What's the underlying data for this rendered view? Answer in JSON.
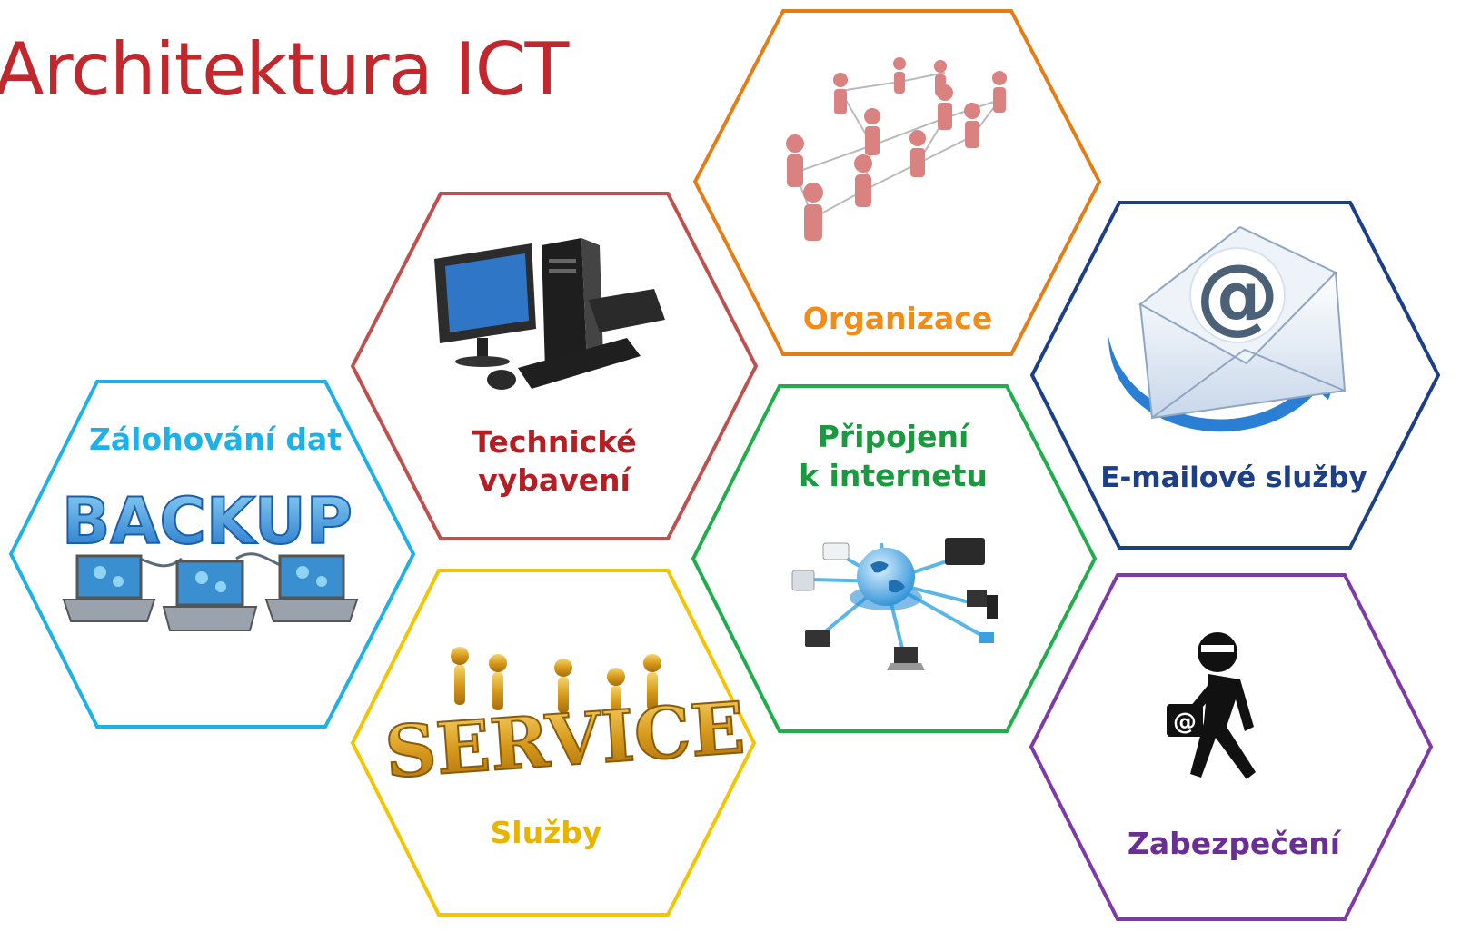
{
  "title": "Architektura ICT",
  "colors": {
    "title": "#c0282d",
    "zalohovani": "#1eb0e8",
    "technicke": "#c0504d",
    "technicke_text": "#b21f24",
    "organizace": "#e57c14",
    "organizace_text": "#f28c16",
    "pripojeni": "#1fae4b",
    "pripojeni_text": "#1a9a3f",
    "email": "#1c3f8a",
    "sluzby": "#f2c500",
    "sluzby_text": "#e9b400",
    "zabezpeceni": "#7d3aa8",
    "zabezpeceni_text": "#6a2e96"
  },
  "hexagons": {
    "zalohovani": {
      "label": "Zálohování dat",
      "image_word": "BACKUP",
      "icon": "backup-laptops-icon"
    },
    "technicke": {
      "label_line1": "Technické",
      "label_line2": "vybavení",
      "icon": "desktop-computer-icon"
    },
    "organizace": {
      "label": "Organizace",
      "icon": "org-chart-people-icon"
    },
    "pripojeni": {
      "label_line1": "Připojení",
      "label_line2": "k internetu",
      "icon": "globe-network-icon"
    },
    "email": {
      "label": "E-mailové služby",
      "icon": "email-envelope-icon",
      "symbol": "@"
    },
    "sluzby": {
      "label": "Služby",
      "image_word": "SERVICE",
      "icon": "service-figures-icon"
    },
    "zabezpeceni": {
      "label": "Zabezpečení",
      "icon": "thief-icon",
      "symbol": "@"
    }
  }
}
